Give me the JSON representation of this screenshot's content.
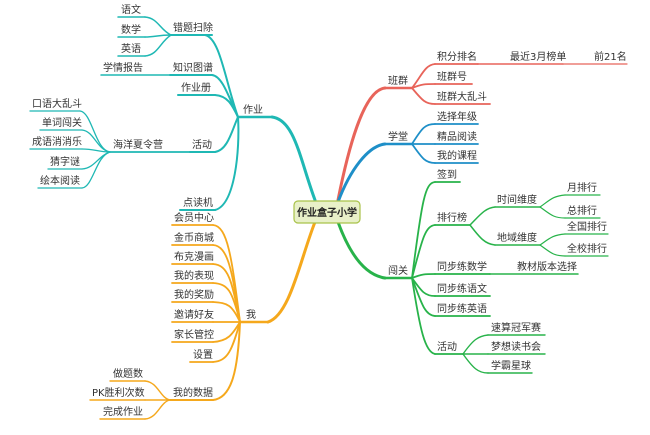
{
  "colors": {
    "center": "#e8f0c8",
    "center_border": "#a9c24a",
    "zuoye": "#1fb8b4",
    "wo": "#f5a81c",
    "banqun": "#e8645a",
    "xuetang": "#1e8fc8",
    "yueguan": "#28b34a"
  },
  "center": {
    "label": "作业盒子小学"
  },
  "branches": {
    "zuoye": {
      "label": "作业",
      "cuoti": {
        "label": "错题扫除",
        "children": [
          "语文",
          "数学",
          "英语"
        ]
      },
      "zhishi": {
        "label": "知识图谱",
        "child": "学情报告"
      },
      "zuoyece": {
        "label": "作业册"
      },
      "huodong": {
        "label": "活动",
        "haiyang": {
          "label": "海洋夏令营",
          "children": [
            "口语大乱斗",
            "单词闯关",
            "成语消消乐",
            "猜字谜",
            "绘本阅读"
          ]
        }
      },
      "diandu": {
        "label": "点读机"
      }
    },
    "wo": {
      "label": "我",
      "items": [
        "会员中心",
        "金币商城",
        "布克漫画",
        "我的表现",
        "我的奖励",
        "邀请好友",
        "家长管控",
        "设置"
      ],
      "shuju": {
        "label": "我的数据",
        "children": [
          "做题数",
          "PK胜利次数",
          "完成作业"
        ]
      }
    },
    "banqun": {
      "label": "班群",
      "jifen": {
        "label": "积分排名",
        "child": "最近3月榜单",
        "grandchild": "前21名"
      },
      "banqunhao": {
        "label": "班群号"
      },
      "daluandou": {
        "label": "班群大乱斗"
      }
    },
    "xuetang": {
      "label": "学堂",
      "items": [
        "选择年级",
        "精品阅读",
        "我的课程"
      ]
    },
    "yueguan": {
      "label": "闯关",
      "qiandao": {
        "label": "签到"
      },
      "paihang": {
        "label": "排行榜",
        "shijian": {
          "label": "时间维度",
          "children": [
            "月排行",
            "总排行"
          ]
        },
        "diyu": {
          "label": "地域维度",
          "children": [
            "全国排行",
            "全校排行"
          ]
        }
      },
      "shuxue": {
        "label": "同步练数学",
        "child": "教材版本选择"
      },
      "yuwen": {
        "label": "同步练语文"
      },
      "yingyu": {
        "label": "同步练英语"
      },
      "huodong": {
        "label": "活动",
        "children": [
          "速算冠军赛",
          "梦想读书会",
          "学霸星球"
        ]
      }
    }
  }
}
